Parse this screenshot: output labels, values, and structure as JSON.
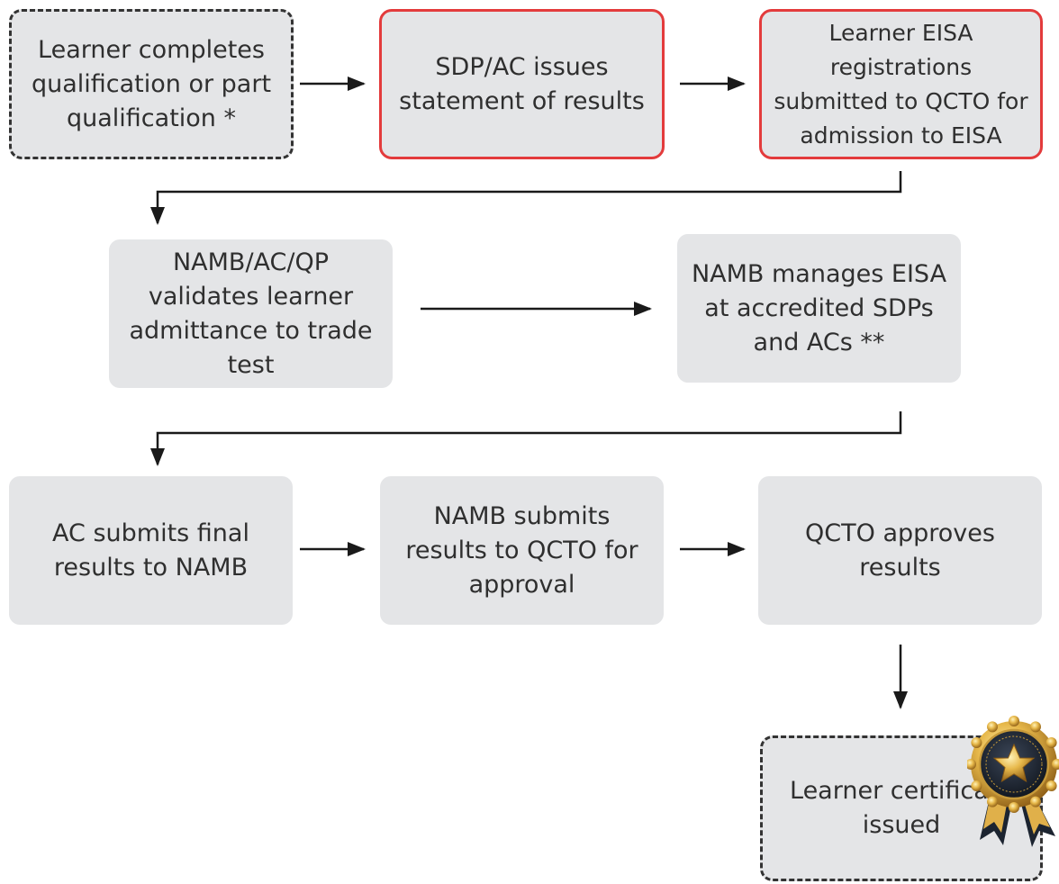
{
  "boxes": {
    "learner_completes": "Learner completes qualification or part qualification *",
    "sdp_ac_issues": "SDP/AC issues statement of results",
    "eisa_registrations": "Learner EISA registrations submitted to QCTO for admission to EISA",
    "namb_validates": "NAMB/AC/QP validates learner admittance to trade test",
    "namb_manages": "NAMB manages EISA at accredited SDPs and ACs **",
    "ac_submits": "AC submits final results to NAMB",
    "namb_submits": "NAMB submits results to QCTO for approval",
    "qcto_approves": "QCTO approves results",
    "certificate_issued": "Learner certificate issued"
  },
  "colors": {
    "box_fill": "#e4e5e7",
    "red_border": "#e33b3c",
    "text": "#2f2f2f",
    "arrow": "#1a1a1a",
    "badge_gold": "#d4a23a",
    "badge_dark": "#1c2430"
  },
  "icons": {
    "badge": "award-ribbon-star-icon"
  }
}
